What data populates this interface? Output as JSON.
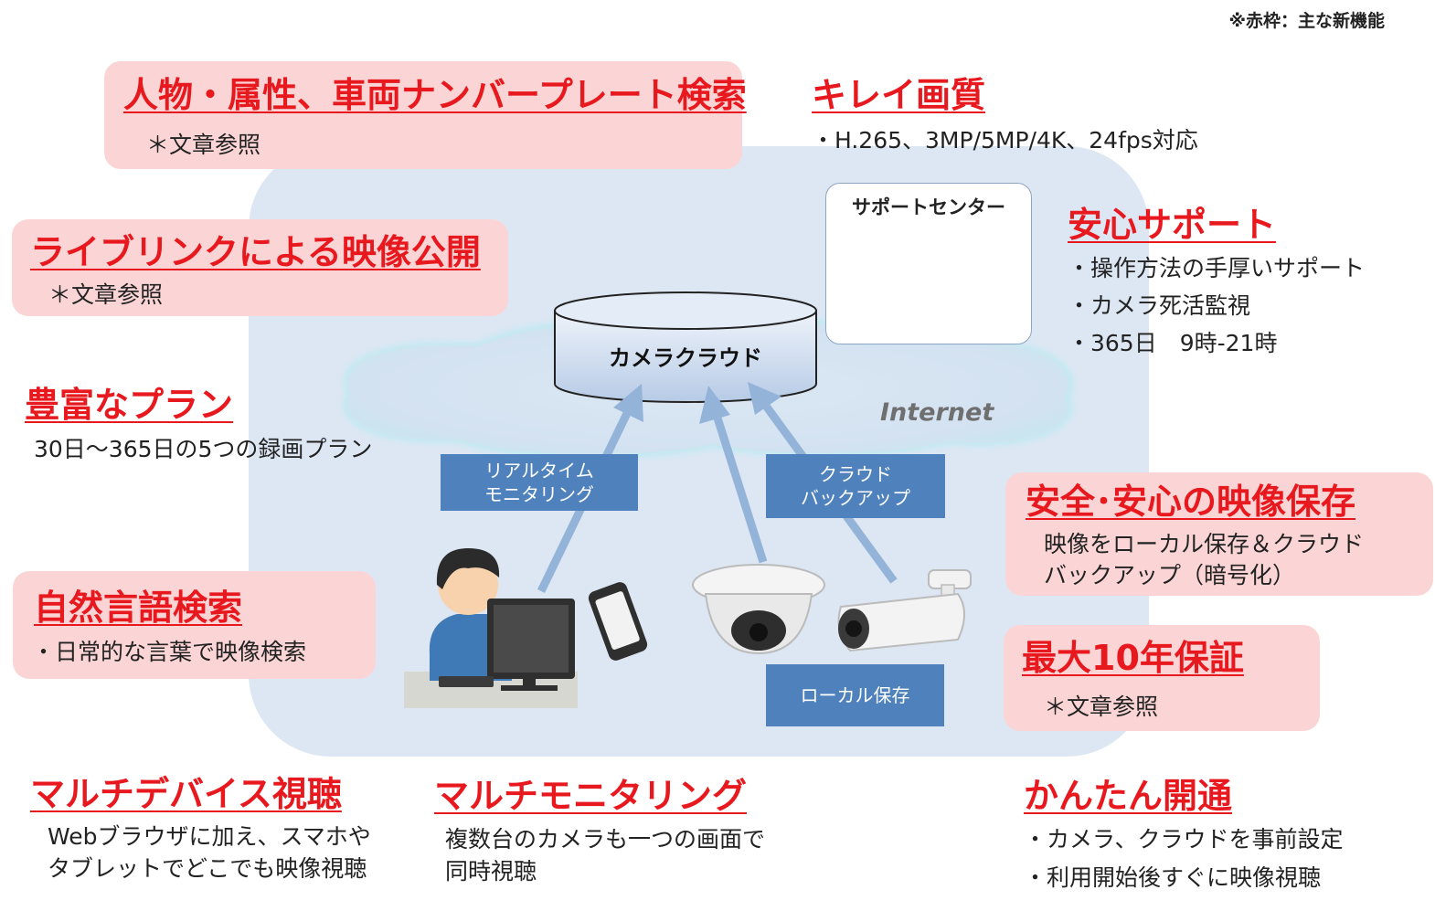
{
  "note": "※赤枠：主な新機能",
  "features": {
    "person_search": {
      "title": "人物・属性、車両ナンバープレート検索",
      "lines": [
        "＊文章参照"
      ]
    },
    "livelink": {
      "title": "ライブリンクによる映像公開",
      "lines": [
        "＊文章参照"
      ]
    },
    "plans": {
      "title": "豊富なプラン",
      "lines": [
        "30日～365日の5つの録画プラン"
      ]
    },
    "nl_search": {
      "title": "自然言語検索",
      "lines": [
        "・日常的な言葉で映像検索"
      ]
    },
    "multidevice": {
      "title": "マルチデバイス視聴",
      "lines": [
        "Webブラウザに加え、スマホや",
        "タブレットでどこでも映像視聴"
      ]
    },
    "multimonitor": {
      "title": "マルチモニタリング",
      "lines": [
        "複数台のカメラも一つの画面で",
        "同時視聴"
      ]
    },
    "quality": {
      "title": "キレイ画質",
      "lines": [
        "・H.265、3MP/5MP/4K、24fps対応"
      ]
    },
    "support": {
      "title": "安心サポート",
      "lines": [
        "・操作方法の手厚いサポート",
        "・カメラ死活監視",
        "・365日　9時-21時"
      ]
    },
    "storage": {
      "title": "安全･安心の映像保存",
      "lines": [
        "映像をローカル保存＆クラウド",
        "バックアップ（暗号化）"
      ]
    },
    "warranty": {
      "title": "最大10年保証",
      "lines": [
        "＊文章参照"
      ]
    },
    "easy": {
      "title": "かんたん開通",
      "lines": [
        "・カメラ、クラウドを事前設定",
        "・利用開始後すぐに映像視聴"
      ]
    }
  },
  "diagram": {
    "cloud_db": "カメラクラウド",
    "internet": "Internet",
    "support_center": "サポートセンター",
    "realtime": [
      "リアルタイム",
      "モニタリング"
    ],
    "backup": [
      "クラウド",
      "バックアップ"
    ],
    "local": "ローカル保存"
  },
  "colors": {
    "title_red": "#e8191e",
    "box_pink": "#fbd5d5",
    "label_blue": "#4f81bd",
    "arrow_blue": "#94b3d9",
    "cloud_bg": "#dde7f3"
  }
}
